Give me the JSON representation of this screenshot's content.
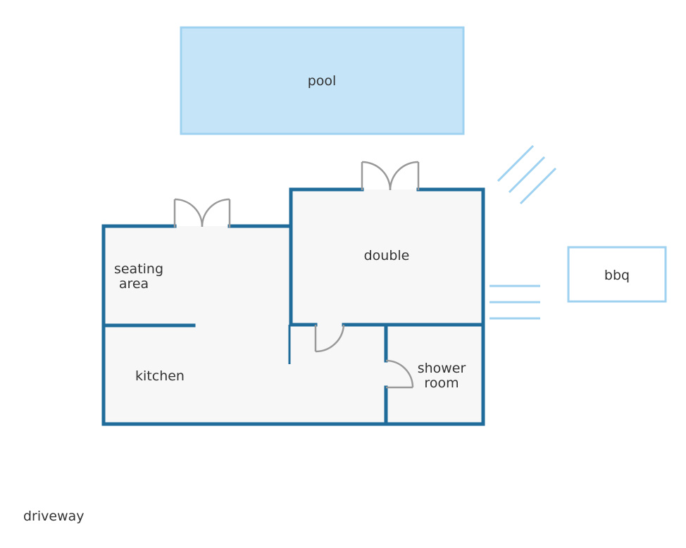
{
  "labels": {
    "pool": "pool",
    "double": "double",
    "seating_area_line1": "seating",
    "seating_area_line2": "area",
    "kitchen": "kitchen",
    "shower_room_line1": "shower",
    "shower_room_line2": "room",
    "bbq": "bbq",
    "driveway": "driveway"
  },
  "colors": {
    "wall": "#1f6b9a",
    "floor": "#f7f7f7",
    "pool_fill": "#c5e4f8",
    "pool_border": "#9fd2f0",
    "light_blue": "#9fd2f0",
    "door": "#999999",
    "text": "#333333"
  }
}
